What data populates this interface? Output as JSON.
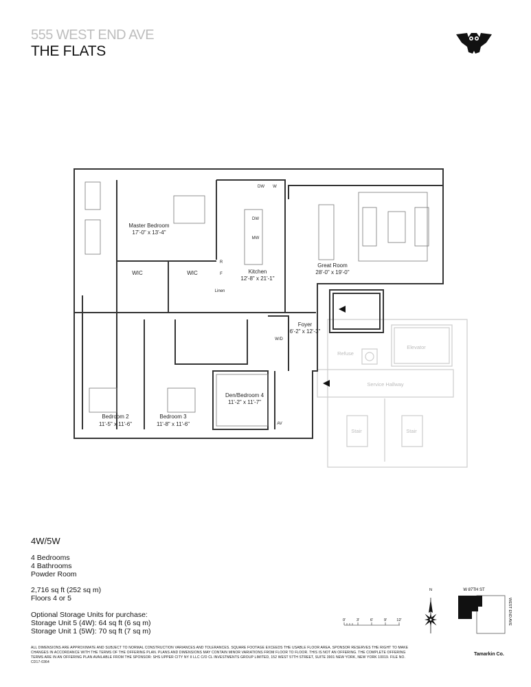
{
  "header": {
    "subtitle": "555 WEST END AVE",
    "title": "THE FLATS",
    "logo": "owl-logo"
  },
  "rooms": {
    "master_bedroom": {
      "name": "Master Bedroom",
      "dims": "17'-0\" x 13'-4\""
    },
    "wic": "WIC",
    "kitchen": {
      "name": "Kitchen",
      "dims": "12'-8\" x 21'-1\""
    },
    "great_room": {
      "name": "Great Room",
      "dims": "28'-0\" x 19'-0\""
    },
    "foyer": {
      "name": "Foyer",
      "dims": "6'-2\" x 12'-3\""
    },
    "bedroom2": {
      "name": "Bedroom 2",
      "dims": "11'-5\" x 11'-6\""
    },
    "bedroom3": {
      "name": "Bedroom 3",
      "dims": "11'-8\" x 11'-6\""
    },
    "den": {
      "name": "Den/Bedroom 4",
      "dims": "11'-2\" x 11'-7\""
    },
    "refuse": "Refuse",
    "elevator": "Elevator",
    "service_hallway": "Service Hallway",
    "stair": "Stair"
  },
  "fixtures": {
    "dw": "DW",
    "w": "W",
    "mw": "MW",
    "r": "R",
    "f": "F",
    "linen": "Linen",
    "wd": "W/D",
    "av": "AV"
  },
  "unit": {
    "name": "4W/5W",
    "features": [
      "4 Bedrooms",
      "4 Bathrooms",
      "Powder Room"
    ],
    "area": "2,716 sq ft (252 sq m)",
    "floors": "Floors 4 or 5",
    "storage_heading": "Optional Storage Units for purchase:",
    "storage": [
      "Storage Unit 5 (4W): 64 sq ft (6 sq m)",
      "Storage Unit 1 (5W): 70 sq ft (7 sq m)"
    ]
  },
  "scale": {
    "ticks": [
      "0'",
      "3'",
      "6'",
      "9'",
      "12'"
    ]
  },
  "compass": {
    "north": "N"
  },
  "keyplan": {
    "street": "W 87TH ST",
    "avenue": "WEST END AVE"
  },
  "disclaimer": "All dimensions are approximate and subject to normal construction variances and tolerances. Square footage exceeds the usable floor area. Sponsor reserves the right to make changes in accordance with the terms of the offering plan. Plans and dimensions may contain minor variations from floor to floor. This is not an offering. The complete offering terms are in an offering plan available from the sponsor: SHS Upper City NY II LLC c/o CL Investments Group Limited, 152 West 57th Street, Suite 3901 New York, New York 10019. File No. CD17-0364",
  "brand": "Tamarkin Co."
}
